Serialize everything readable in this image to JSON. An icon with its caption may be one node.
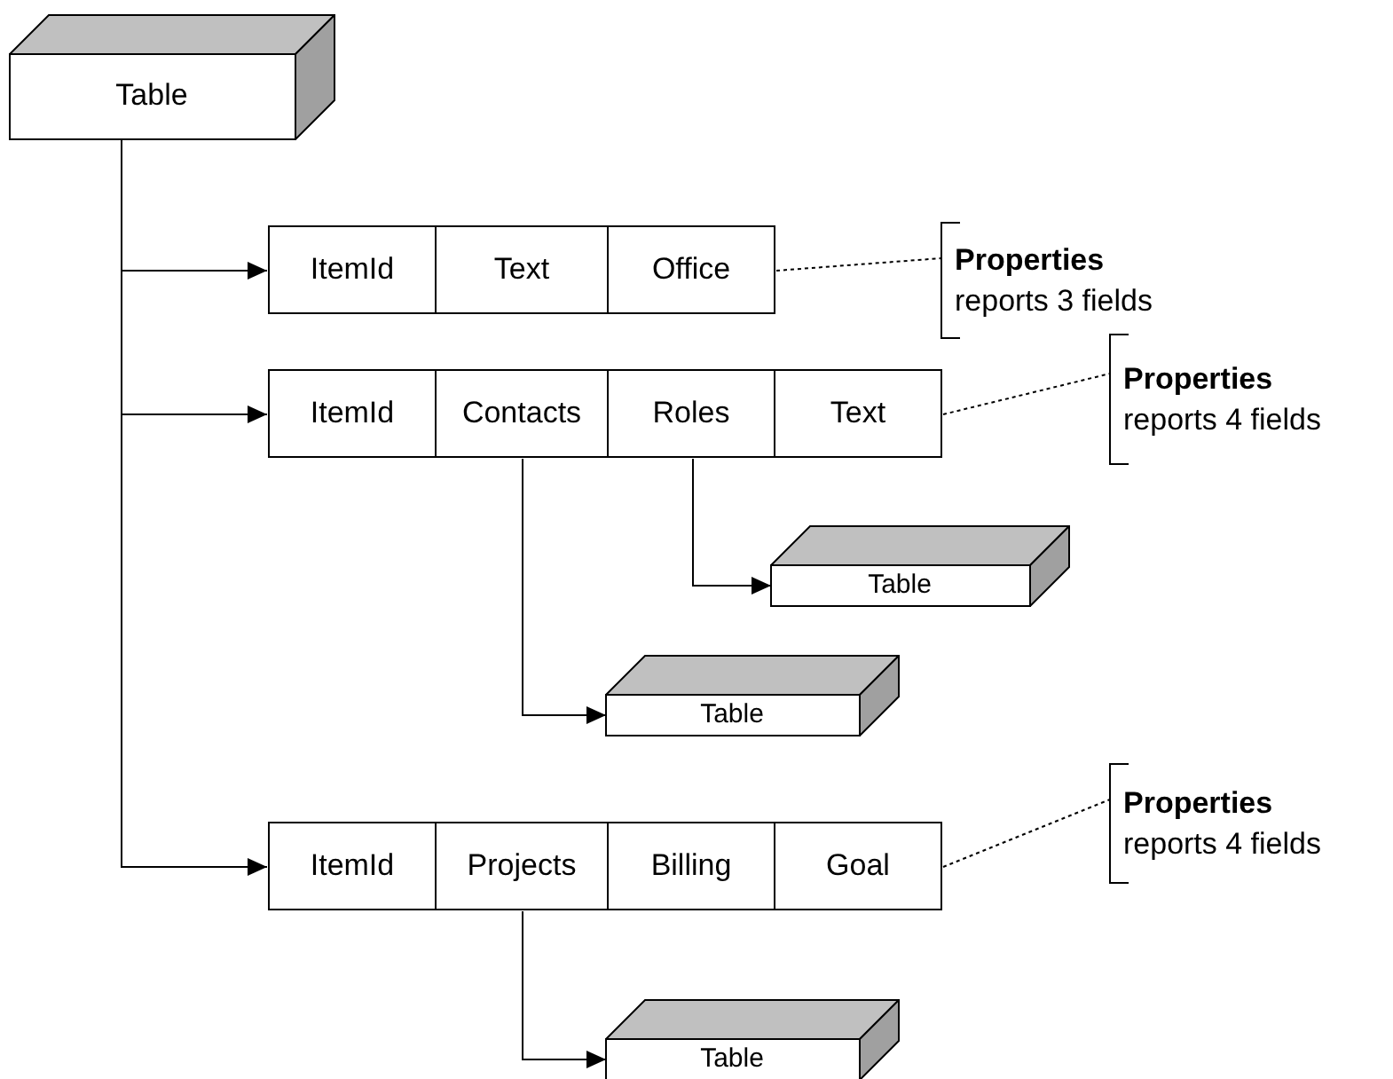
{
  "diagram": {
    "nodes": [
      {
        "text": [
          "Table"
        ]
      },
      {
        "text": [
          "ItemId"
        ]
      },
      {
        "text": [
          "Text"
        ]
      },
      {
        "text": [
          "Office"
        ]
      },
      {
        "text": [
          "Properties",
          "reports 3 fields"
        ]
      },
      {
        "text": [
          "ItemId"
        ]
      },
      {
        "text": [
          "Contacts"
        ]
      },
      {
        "text": [
          "Roles"
        ]
      },
      {
        "text": [
          "Text"
        ]
      },
      {
        "text": [
          "Properties",
          "reports 4 fields"
        ]
      },
      {
        "text": [
          "Table"
        ]
      },
      {
        "text": [
          "Table"
        ]
      },
      {
        "text": [
          "ItemId"
        ]
      },
      {
        "text": [
          "Projects"
        ]
      },
      {
        "text": [
          "Billing"
        ]
      },
      {
        "text": [
          "Goal"
        ]
      },
      {
        "text": [
          "Properties",
          "reports 4 fields"
        ]
      },
      {
        "text": [
          "Table"
        ]
      }
    ],
    "edges": [
      {
        "from": 0,
        "to": 1,
        "arrow": "to"
      },
      {
        "from": 0,
        "to": 5,
        "arrow": "to"
      },
      {
        "from": 0,
        "to": 12,
        "arrow": "to"
      },
      {
        "from": 3,
        "to": 4,
        "arrow": "none",
        "style": "dashed"
      },
      {
        "from": 8,
        "to": 9,
        "arrow": "none",
        "style": "dashed"
      },
      {
        "from": 7,
        "to": 10,
        "arrow": "to"
      },
      {
        "from": 6,
        "to": 11,
        "arrow": "to"
      },
      {
        "from": 15,
        "to": 16,
        "arrow": "none",
        "style": "dashed"
      },
      {
        "from": 13,
        "to": 17,
        "arrow": "to"
      }
    ]
  }
}
